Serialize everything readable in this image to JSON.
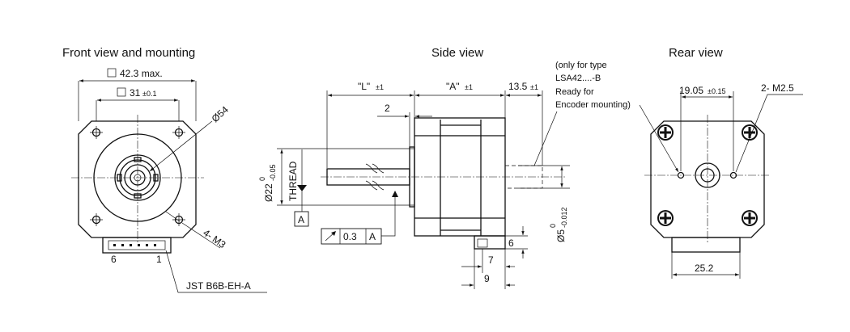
{
  "views": {
    "front": {
      "title": "Front view and mounting",
      "dim_outer_value": "42.3 max.",
      "dim_hole_value": "31",
      "dim_hole_tol": "±0.1",
      "dim_circle": "Ø54",
      "screws": "4- M3",
      "pin_6": "6",
      "pin_1": "1",
      "connector": "JST B6B-EH-A"
    },
    "side": {
      "title": "Side view",
      "dim_L": "\"L\"",
      "dim_L_tol": "±1",
      "dim_A": "\"A\"",
      "dim_A_tol": "±1",
      "dim_13": "13.5",
      "dim_13_tol": "±1",
      "dim_2": "2",
      "shaft_dia": "Ø22",
      "shaft_tol_up": "0",
      "shaft_tol_low": "-0.05",
      "thread": "THREAD",
      "datum": "A",
      "tol_value": "0.3",
      "tol_datum": "A",
      "rear_shaft_dia": "Ø5",
      "rear_tol_up": "0",
      "rear_tol_low": "-0.012",
      "dim_6": "6",
      "dim_7": "7",
      "dim_9": "9",
      "note": [
        "(only for type",
        "LSA42....-B",
        "Ready for",
        "Encoder mounting)"
      ]
    },
    "rear": {
      "title": "Rear view",
      "dim_19": "19.05",
      "dim_19_tol": "±0.15",
      "holes": "2- M2.5",
      "dim_25": "25.2"
    }
  },
  "square_symbol": "□"
}
